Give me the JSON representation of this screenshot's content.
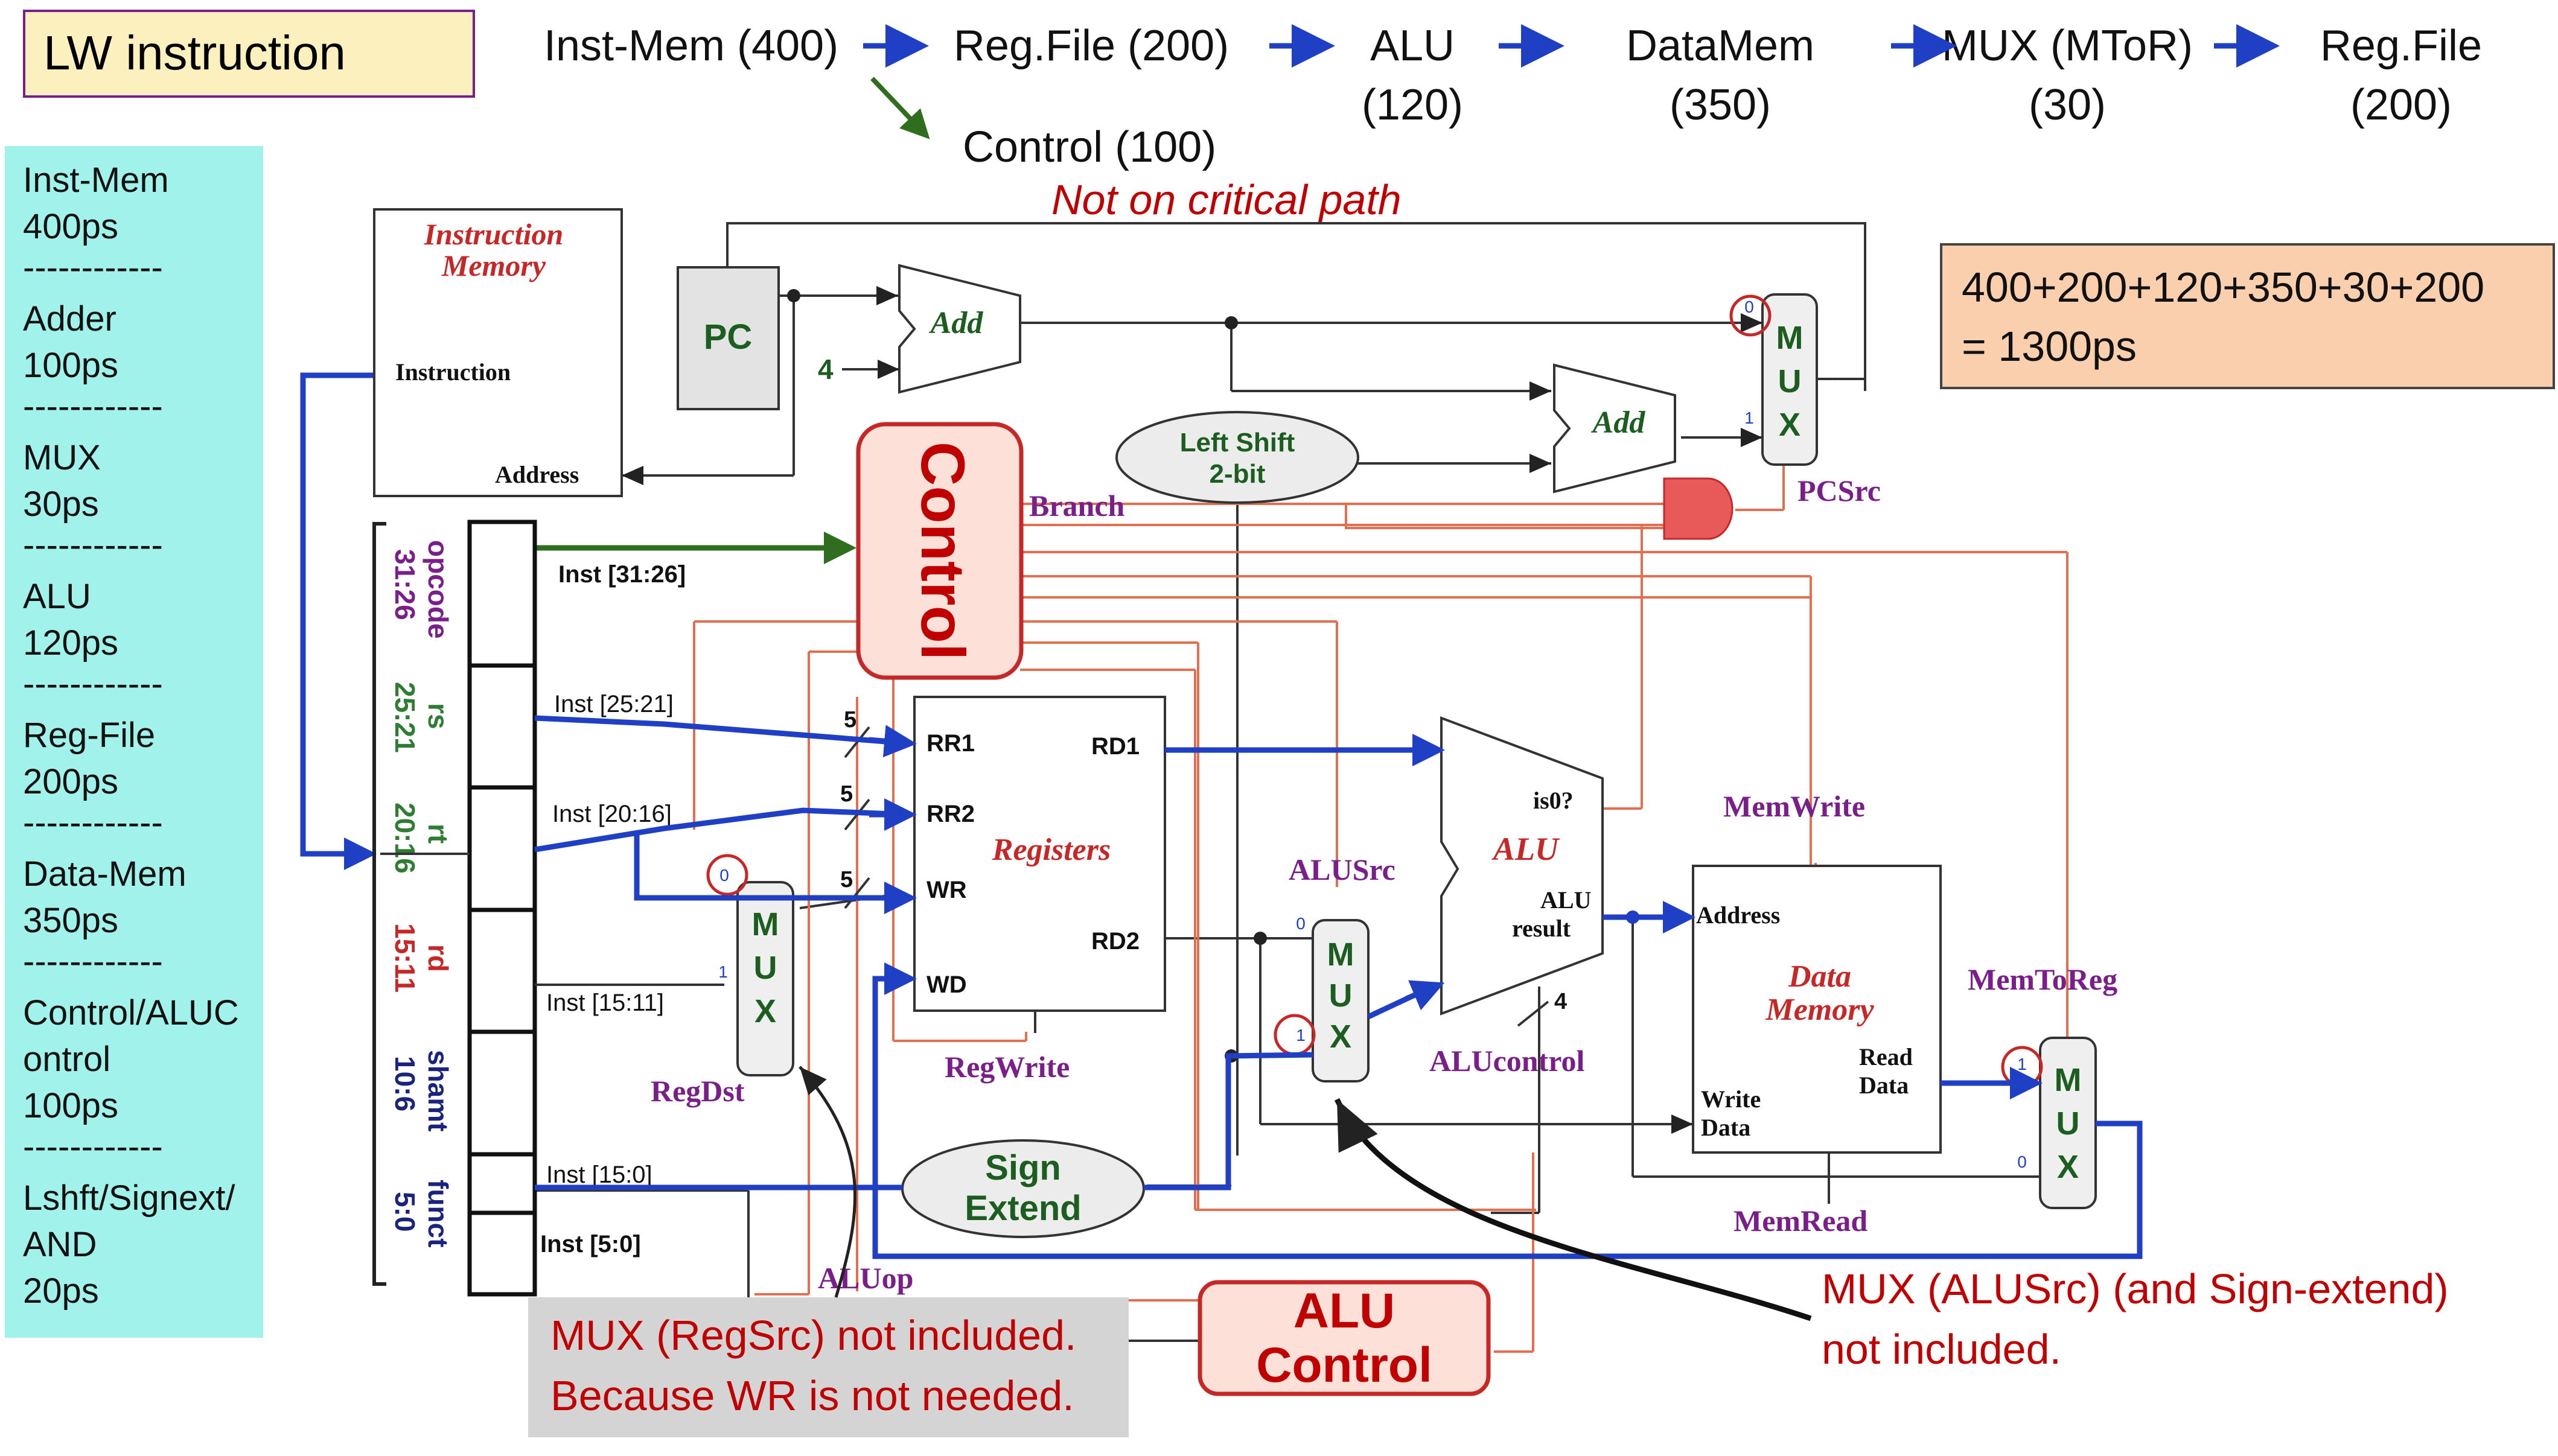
{
  "title": "LW instruction",
  "path": {
    "steps": [
      "Inst-Mem (400)",
      "Reg.File (200)",
      "ALU",
      "DataMem",
      "MUX (MToR)",
      "Reg.File"
    ],
    "steps_line2": [
      "",
      "",
      "(120)",
      "(350)",
      "(30)",
      "(200)"
    ],
    "branch_label": "Control (100)",
    "branch_note": "Not on critical path"
  },
  "total": {
    "line1": "400+200+120+350+30+200",
    "line2": "= 1300ps"
  },
  "legend": {
    "items": [
      {
        "name": "Inst-Mem",
        "value": "400ps"
      },
      {
        "name": "Adder",
        "value": "100ps"
      },
      {
        "name": "MUX",
        "value": "30ps"
      },
      {
        "name": "ALU",
        "value": "120ps"
      },
      {
        "name": "Reg-File",
        "value": "200ps"
      },
      {
        "name": "Data-Mem",
        "value": "350ps"
      },
      {
        "name": "Control/ALUC",
        "name2": "ontrol",
        "value": "100ps"
      },
      {
        "name": "Lshft/Signext/",
        "name2": "AND",
        "value": "20ps"
      }
    ],
    "separator": "------------"
  },
  "blocks": {
    "instruction_memory": [
      "Instruction",
      "Memory"
    ],
    "instruction_port": "Instruction",
    "address_port": "Address",
    "pc": "PC",
    "four": "4",
    "add": "Add",
    "left_shift": [
      "Left Shift",
      "2-bit"
    ],
    "control": "Control",
    "registers": "Registers",
    "alu": "ALU",
    "is0": "is0?",
    "alu_result": [
      "ALU",
      "result"
    ],
    "data_memory": [
      "Data",
      "Memory"
    ],
    "dm_address": "Address",
    "write_data": [
      "Write",
      "Data"
    ],
    "read_data": [
      "Read",
      "Data"
    ],
    "sign_extend": [
      "Sign",
      "Extend"
    ],
    "alu_control": [
      "ALU",
      "Control"
    ],
    "mux": [
      "M",
      "U",
      "X"
    ],
    "mux_in0": "0",
    "mux_in1": "1",
    "reg_ports": {
      "rr1": "RR1",
      "rr2": "RR2",
      "wr": "WR",
      "wd": "WD",
      "rd1": "RD1",
      "rd2": "RD2"
    },
    "bus5": "5",
    "bus4": "4"
  },
  "fields": [
    {
      "name": "opcode",
      "bits": "31:26",
      "color": "#7a1f8a"
    },
    {
      "name": "rs",
      "bits": "25:21",
      "color": "#2e7d32"
    },
    {
      "name": "rt",
      "bits": "20:16",
      "color": "#2e7d32"
    },
    {
      "name": "rd",
      "bits": "15:11",
      "color": "#c62828"
    },
    {
      "name": "shamt",
      "bits": "10:6",
      "color": "#1a237e"
    },
    {
      "name": "funct",
      "bits": "5:0",
      "color": "#1a237e"
    }
  ],
  "wires": {
    "inst_31_26": "Inst [31:26]",
    "inst_25_21": "Inst [25:21]",
    "inst_20_16": "Inst [20:16]",
    "inst_15_11": "Inst [15:11]",
    "inst_15_0": "Inst [15:0]",
    "inst_5_0": "Inst [5:0]"
  },
  "signals": {
    "branch": "Branch",
    "pcsrc": "PCSrc",
    "memwrite": "MemWrite",
    "alusrc": "ALUSrc",
    "regwrite": "RegWrite",
    "regdst": "RegDst",
    "alucontrol": "ALUcontrol",
    "memtoreg": "MemToReg",
    "memread": "MemRead",
    "aluop": "ALUop"
  },
  "notes": {
    "regsrc": [
      "MUX (RegSrc) not included.",
      "Because WR is not needed."
    ],
    "alusrc": [
      "MUX (ALUSrc) (and Sign-extend)",
      "not included."
    ]
  },
  "colors": {
    "critical": "#1f3fc4",
    "control_wire": "#e07050",
    "control_green": "#2e6e1e",
    "legend_bg": "#a0f2ea",
    "total_bg": "#f9cfae",
    "note_bg": "#d4d4d4",
    "dark_red": "#c00000"
  }
}
